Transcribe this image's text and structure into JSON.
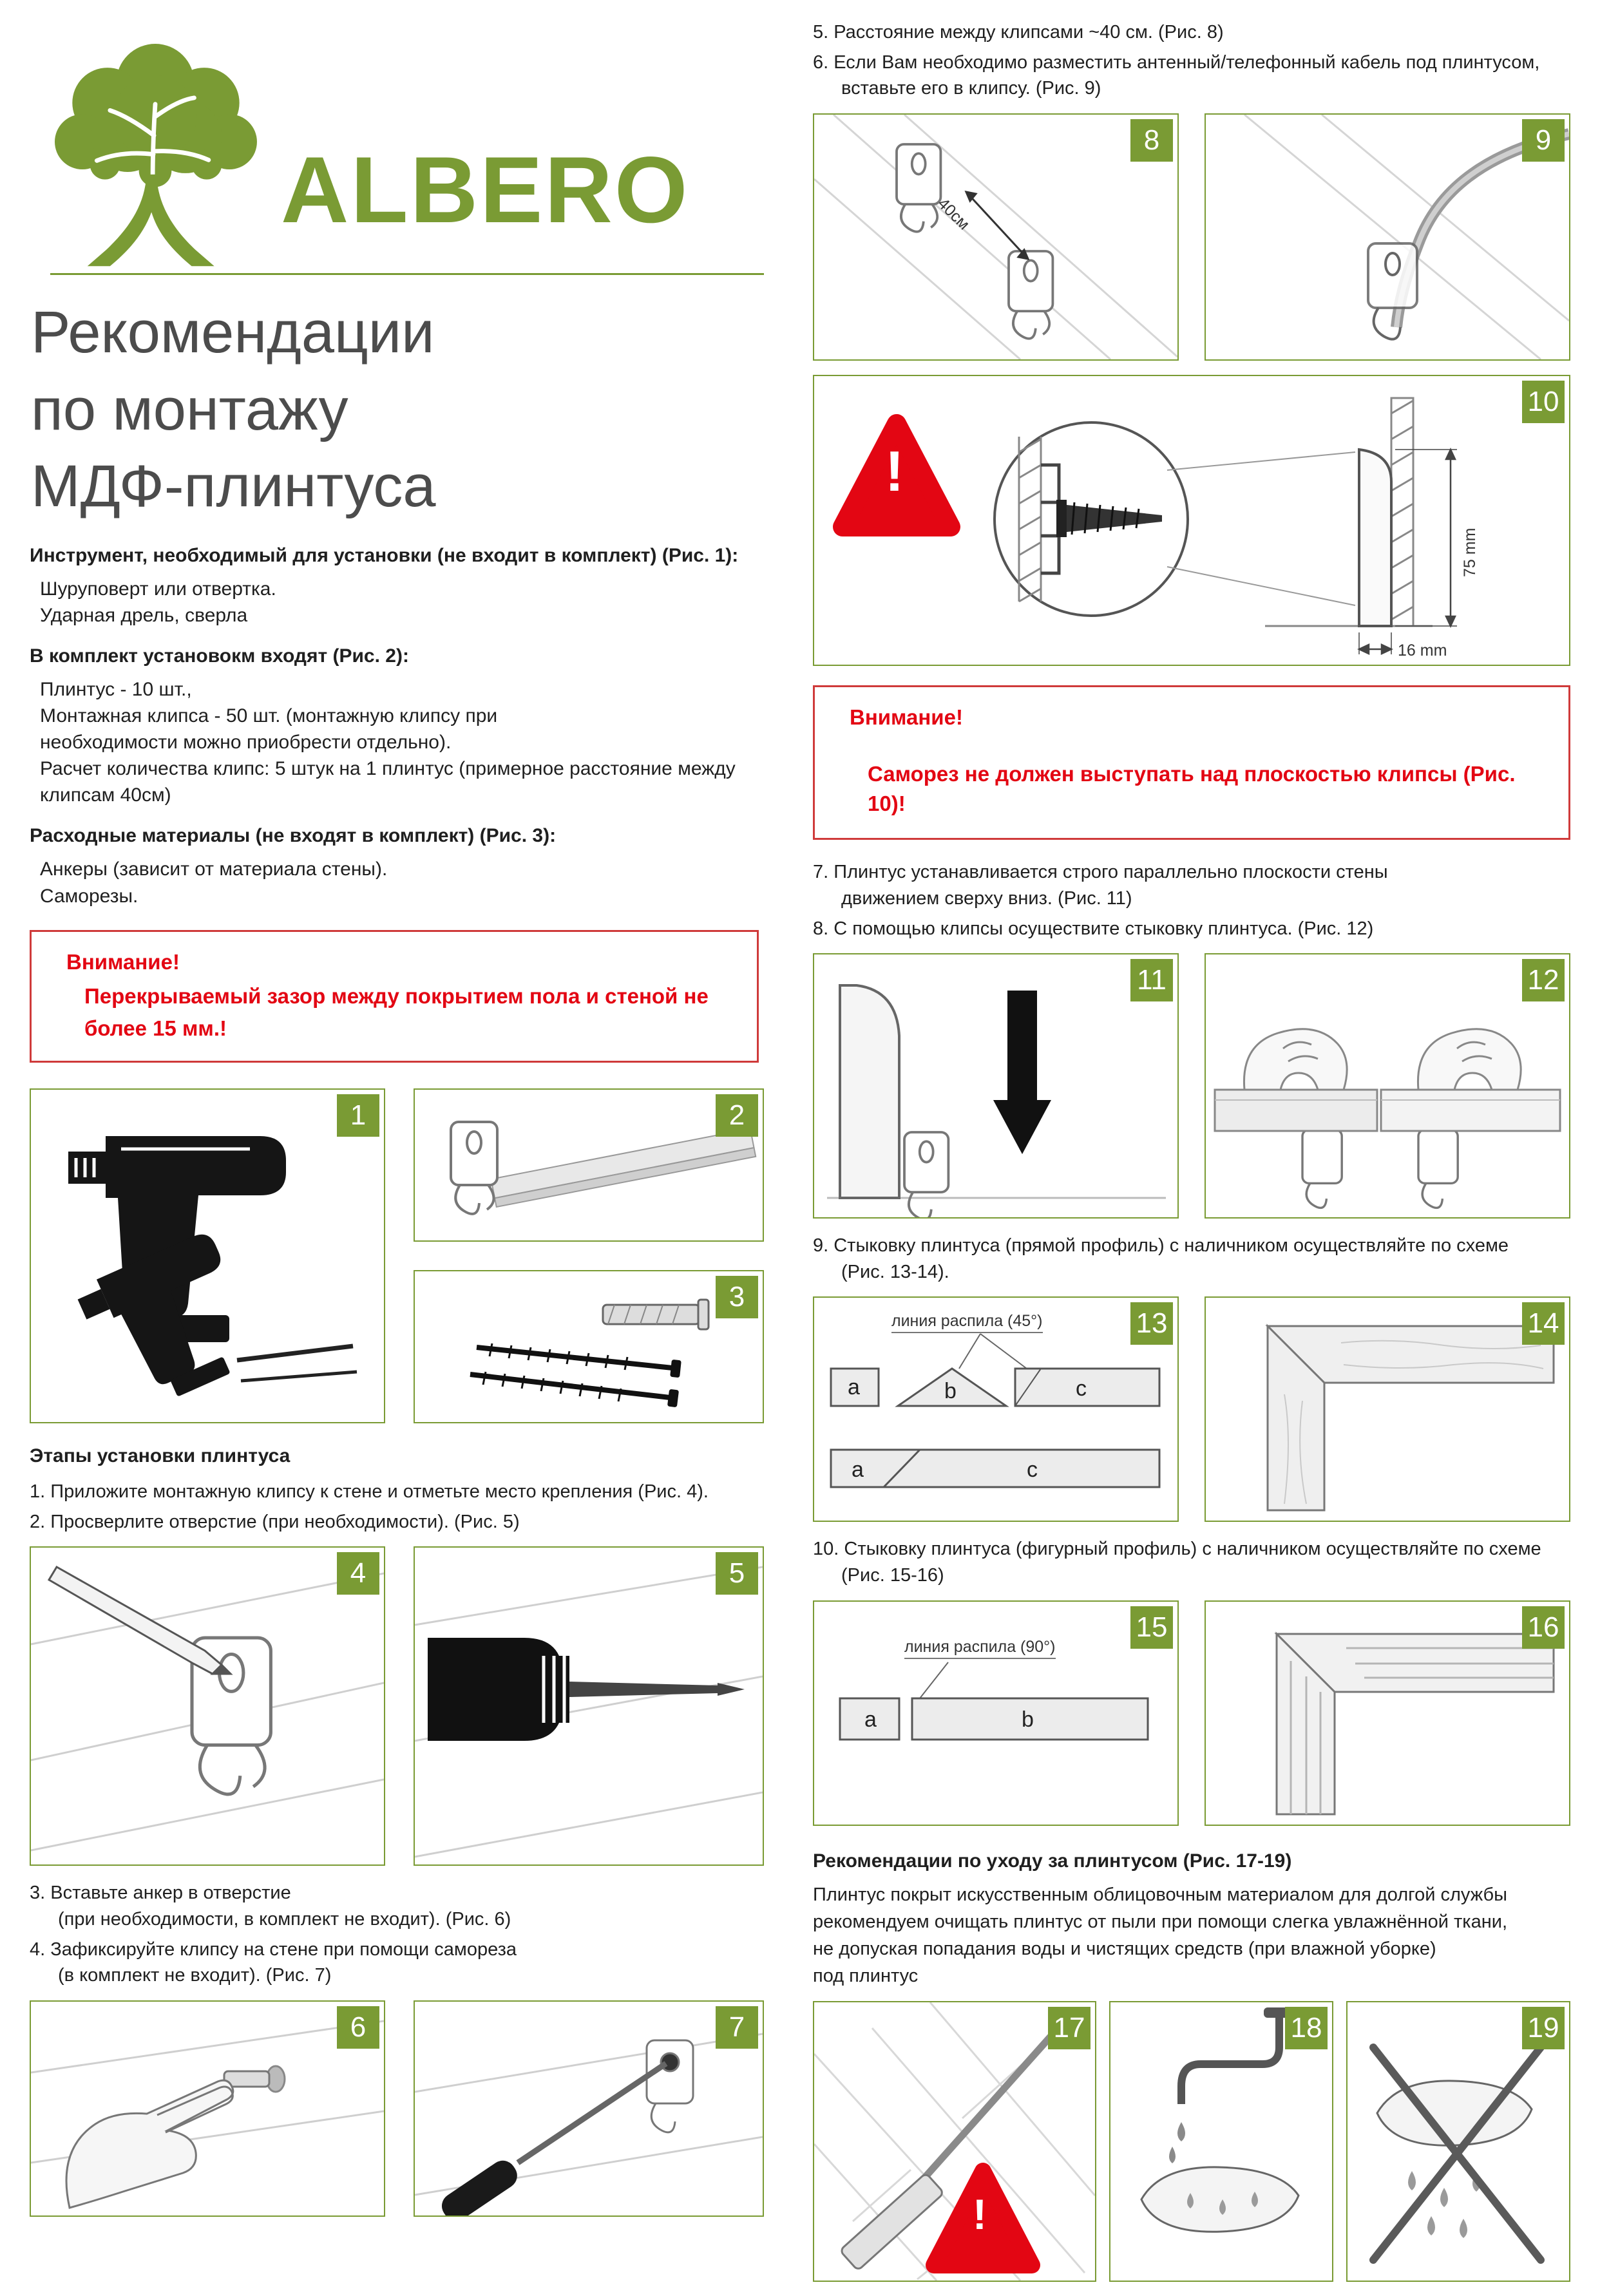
{
  "colors": {
    "green": "#7a9b34",
    "red": "#e30613"
  },
  "brand": {
    "name": "ALBERO"
  },
  "title": {
    "line1": "Рекомендации",
    "line2": "по монтажу",
    "line3": "МДФ-плинтуса"
  },
  "left": {
    "tools_heading": "Инструмент, необходимый для установки (не входит в комплект)  (Рис. 1):",
    "tools_line1": "Шуруповерт или отвертка.",
    "tools_line2": "Ударная дрель, сверла",
    "kit_heading": "В комплект установокм входят  (Рис. 2):",
    "kit_line1": "Плинтус - 10 шт.,",
    "kit_line2": "Монтажная клипса - 50 шт. (монтажную клипсу при",
    "kit_line3": "необходимости можно приобрести отдельно).",
    "kit_line4": "Расчет количества клипс: 5 штук на 1 плинтус (примерное расстояние между",
    "kit_line5": "клипсам 40см)",
    "consumables_heading": "Расходные материалы (не входят в комплект)  (Рис. 3):",
    "consumables_line1": "Анкеры (зависит от материала стены).",
    "consumables_line2": "Саморезы.",
    "warning_title": "Внимание!",
    "warning_body": "Перекрываемый зазор между покрытием пола и стеной не более 15 мм.!",
    "steps_heading": "Этапы установки плинтуса",
    "step1": "1.  Приложите монтажную клипсу к стене и отметьте место крепления (Рис. 4).",
    "step2": "2.  Просверлите отверстие (при необходимости). (Рис. 5)",
    "step3_l1": "3.  Вставьте анкер в отверстие",
    "step3_l2": "(при необходимости, в комплект не входит).   (Рис. 6)",
    "step4_l1": "4.  Зафиксируйте клипсу на стене при помощи самореза",
    "step4_l2": "(в комплект не входит).   (Рис. 7)"
  },
  "right": {
    "step5": "5.  Расстояние между клипсами ~40 см.   (Рис. 8)",
    "step6_l1": "6.  Если Вам необходимо разместить антенный/телефонный кабель под плинтусом,",
    "step6_l2": "вставьте его в клипсу.   (Рис. 9)",
    "warning_title": "Внимание!",
    "warning_body": "Саморез не должен выступать над плоскостью клипсы  (Рис. 10)!",
    "step7_l1": "7.  Плинтус устанавливается строго параллельно плоскости стены",
    "step7_l2": "движением сверху вниз. (Рис. 11)",
    "step8": "8.  С помощью клипсы осуществите стыковку плинтуса. (Рис. 12)",
    "step9_l1": "9.  Стыковку плинтуса (прямой профиль) с наличником осуществляйте по схеме",
    "step9_l2": "(Рис. 13-14).",
    "step10_l1": "10.  Стыковку плинтуса (фигурный профиль) с наличником осуществляйте по схеме",
    "step10_l2": "(Рис. 15-16)",
    "care_heading": "Рекомендации по уходу за плинтусом (Рис. 17-19)",
    "care_l1": "Плинтус покрыт искусственным облицовочным материалом для долгой службы",
    "care_l2": "рекомендуем очищать плинтус от пыли при помощи слегка увлажнённой ткани,",
    "care_l3": "не допуская попадания воды и чистящих средств (при влажной уборке)",
    "care_l4": "под плинтус"
  },
  "figures": {
    "f1": "1",
    "f2": "2",
    "f3": "3",
    "f4": "4",
    "f5": "5",
    "f6": "6",
    "f7": "7",
    "f8": "8",
    "f9": "9",
    "f10": "10",
    "f11": "11",
    "f12": "12",
    "f13": "13",
    "f14": "14",
    "f15": "15",
    "f16": "16",
    "f17": "17",
    "f18": "18",
    "f19": "19",
    "labels": {
      "dist40": "40см",
      "h75": "75 mm",
      "w16": "16 mm",
      "cut45": "линия распила (45°)",
      "cut90": "линия распила (90°)",
      "a": "a",
      "b": "b",
      "c": "c",
      "exclam": "!"
    }
  }
}
